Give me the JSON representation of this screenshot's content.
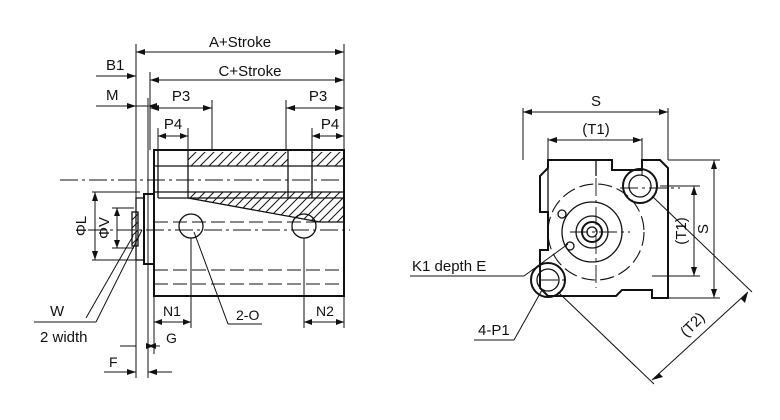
{
  "side_view": {
    "dim_a_stroke": "A+Stroke",
    "dim_c_stroke": "C+Stroke",
    "dim_b1": "B1",
    "dim_m": "M",
    "dim_p3_left": "P3",
    "dim_p3_right": "P3",
    "dim_p4_left": "P4",
    "dim_p4_right": "P4",
    "dim_phi_l": "ΦL",
    "dim_phi_v": "ΦV",
    "dim_w": "W",
    "dim_2_width": "2 width",
    "dim_n1": "N1",
    "dim_n2": "N2",
    "dim_2_o": "2-O",
    "dim_g": "G",
    "dim_f": "F"
  },
  "end_view": {
    "dim_s_top": "S",
    "dim_t1_top": "(T1)",
    "dim_t1_side": "(T1)",
    "dim_s_side": "S",
    "dim_t2": "(T2)",
    "dim_k1": "K1 depth E",
    "dim_4_p1": "4-P1"
  }
}
